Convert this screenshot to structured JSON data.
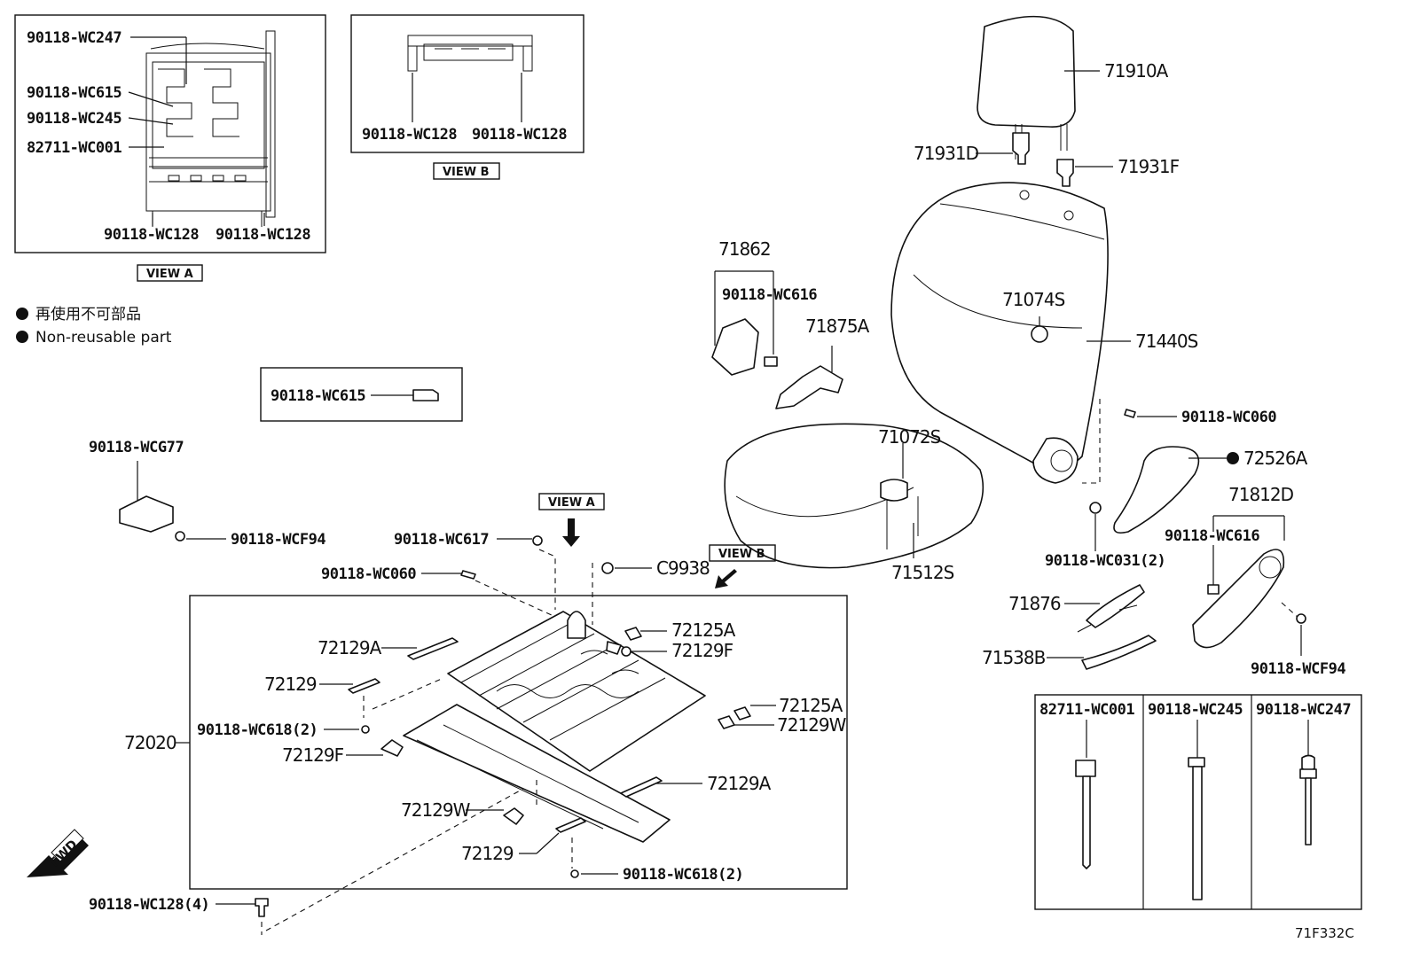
{
  "legend": {
    "bullet_jp": "再使用不可部品",
    "bullet_en": "Non-reusable part"
  },
  "views": {
    "view_a": "VIEW A",
    "view_b": "VIEW B"
  },
  "callouts": {
    "va_wc247": "90118-WC247",
    "va_wc615": "90118-WC615",
    "va_wc245": "90118-WC245",
    "va_wc001": "82711-WC001",
    "va_wc128_l": "90118-WC128",
    "va_wc128_r": "90118-WC128",
    "vb_wc128_l": "90118-WC128",
    "vb_wc128_r": "90118-WC128",
    "box_wc615": "90118-WC615",
    "p71910A": "71910A",
    "p71931D": "71931D",
    "p71931F": "71931F",
    "p71862": "71862",
    "p71862_wc616": "90118-WC616",
    "p71875A": "71875A",
    "p71074S": "71074S",
    "p71440S": "71440S",
    "p_wc060_r": "90118-WC060",
    "p72526A": "72526A",
    "p71072S": "71072S",
    "p71512S": "71512S",
    "p_wc031": "90118-WC031(2)",
    "p71812D": "71812D",
    "p71812D_wc616": "90118-WC616",
    "p71876": "71876",
    "p71538B": "71538B",
    "p_wcf94_r": "90118-WCF94",
    "p_wcg77": "90118-WCG77",
    "p_wcf94_l": "90118-WCF94",
    "p_wc617": "90118-WC617",
    "p_wc060_l": "90118-WC060",
    "pC9938": "C9938",
    "p72129A_1": "72129A",
    "p72125A_1": "72125A",
    "p72129F_1": "72129F",
    "p72129_1": "72129",
    "p72020": "72020",
    "p_wc618_1": "90118-WC618(2)",
    "p72125A_2": "72125A",
    "p72129W_1": "72129W",
    "p72129F_2": "72129F",
    "p72129A_2": "72129A",
    "p72129W_2": "72129W",
    "p72129_2": "72129",
    "p_wc618_2": "90118-WC618(2)",
    "p_wc128_4": "90118-WC128(4)",
    "t_wc001": "82711-WC001",
    "t_wc245": "90118-WC245",
    "t_wc247": "90118-WC247"
  },
  "fwd": "FWD",
  "diagram_code": "71F332C"
}
